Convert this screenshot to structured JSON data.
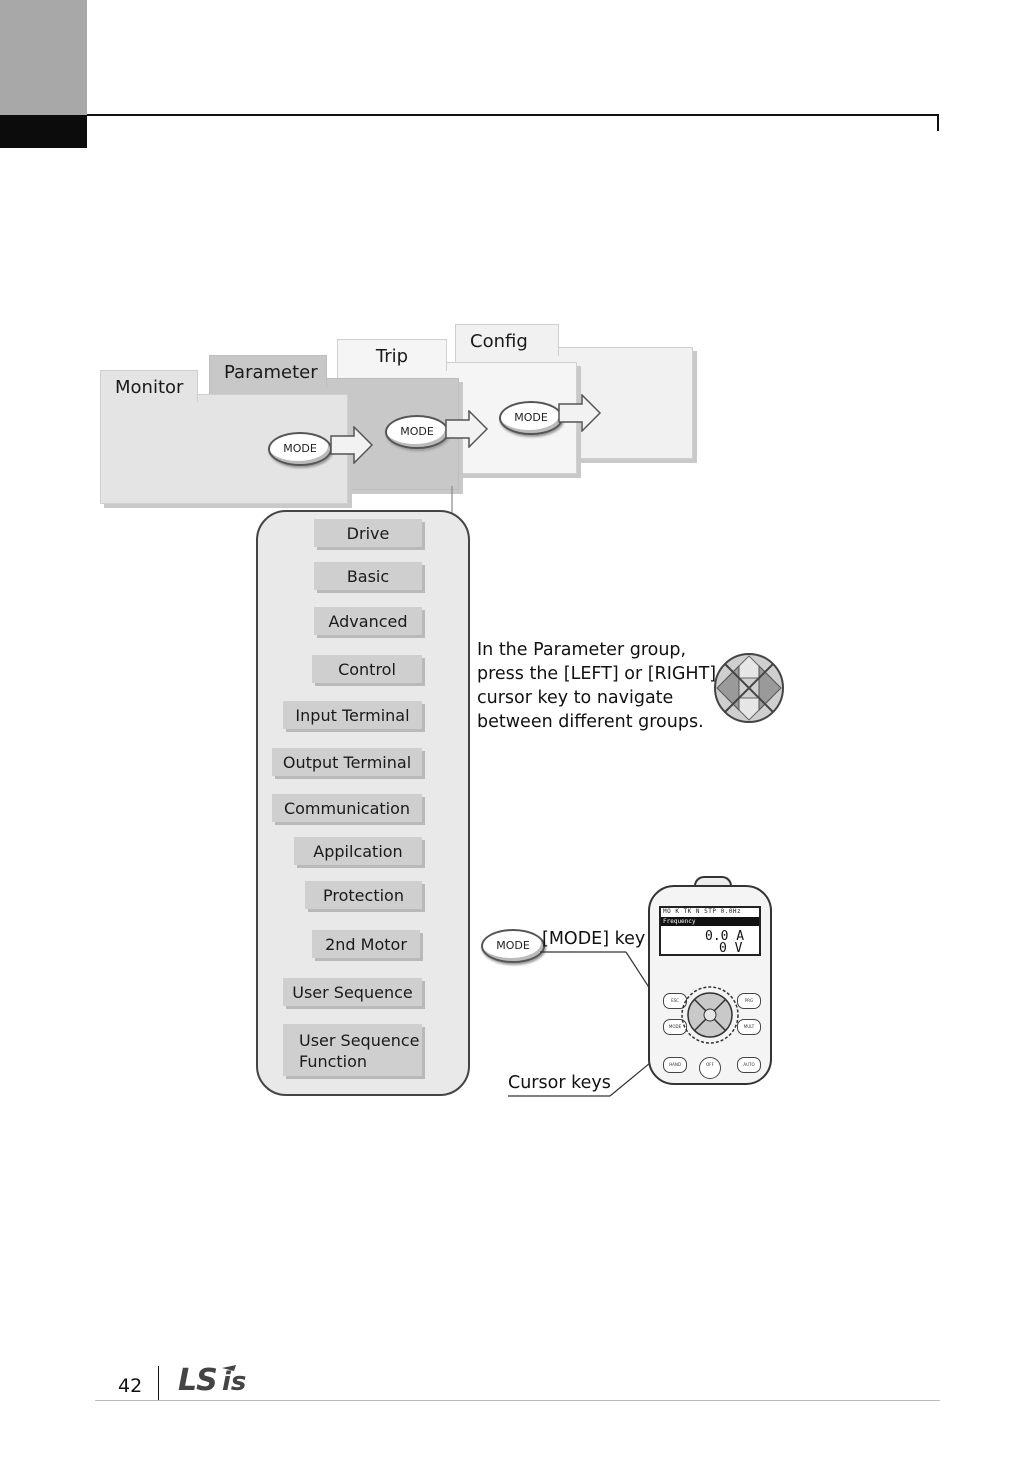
{
  "groups": {
    "monitor": "Monitor",
    "parameter": "Parameter",
    "trip": "Trip",
    "config": "Config",
    "mode_label": "MODE"
  },
  "parameter_groups": [
    {
      "label": "Drive"
    },
    {
      "label": "Basic"
    },
    {
      "label": "Advanced"
    },
    {
      "label": "Control"
    },
    {
      "label": "Input Terminal"
    },
    {
      "label": "Output Terminal"
    },
    {
      "label": "Communication"
    },
    {
      "label": "Appilcation"
    },
    {
      "label": "Protection"
    },
    {
      "label": "2nd Motor"
    },
    {
      "label": "User Sequence"
    },
    {
      "label": "User Sequence",
      "label2": "Function"
    }
  ],
  "note": {
    "line1": "In the Parameter group,",
    "line2": "press the  [LEFT] or [RIGHT]",
    "line3": "cursor key to navigate",
    "line4": "between different groups."
  },
  "keypad": {
    "mode_key_label": "[MODE] key",
    "cursor_keys_label": "Cursor keys",
    "lcd_status": "MO K TK N STP 0.0Hz",
    "lcd_subtitle": "Frequency",
    "lcd_line1": "0.0 A",
    "lcd_line2": "0 V",
    "buttons": {
      "esc": "ESC",
      "prg": "PRG",
      "mode": "MODE",
      "multi": "MULT",
      "hand": "HAND",
      "off": "OFF",
      "auto": "AUTO"
    }
  },
  "footer": {
    "page_number": "42",
    "logo_text": "LSis"
  }
}
